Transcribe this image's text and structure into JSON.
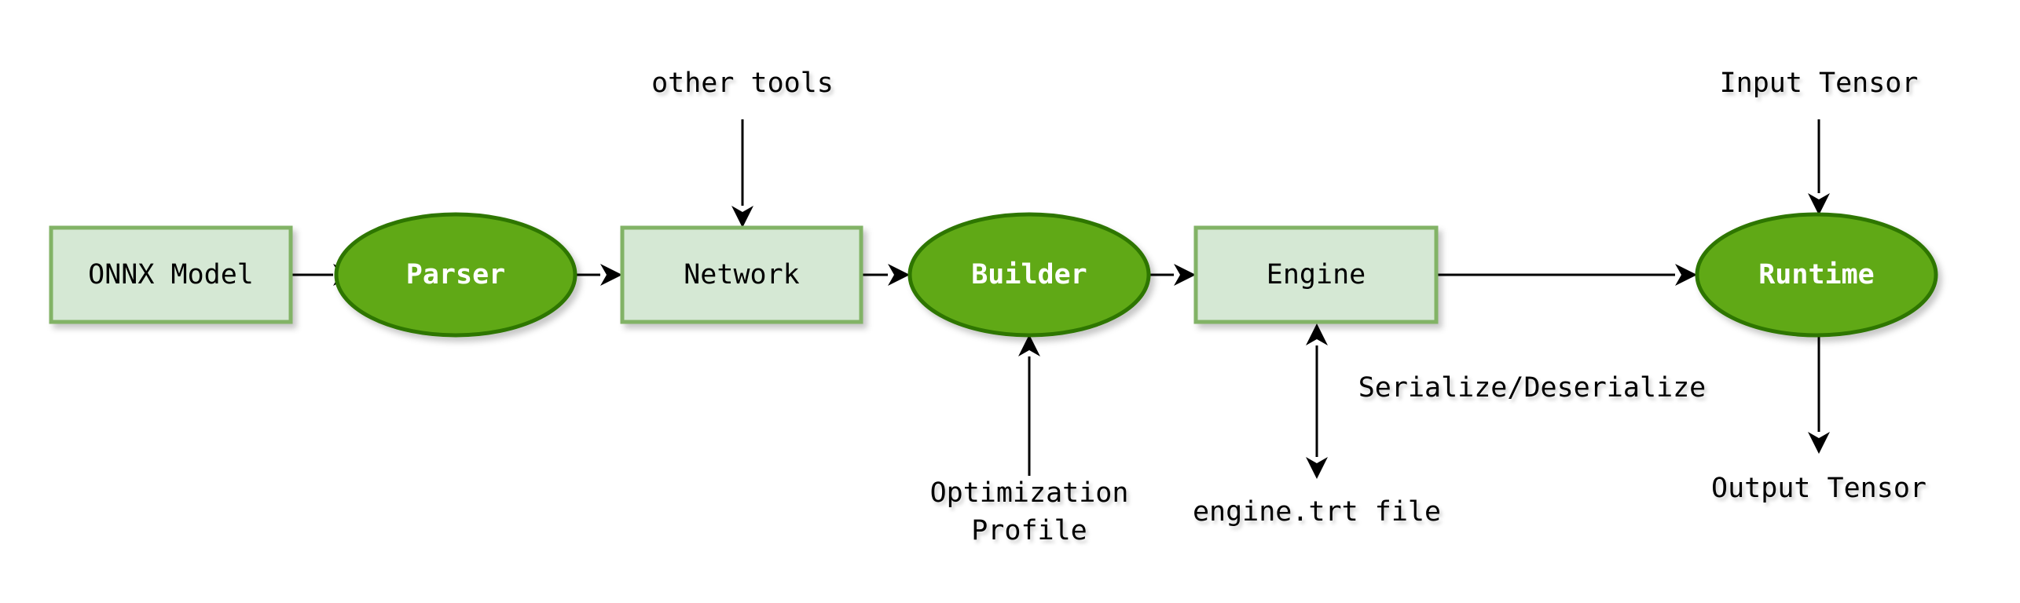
{
  "nodes": {
    "onnx_model": {
      "label": "ONNX Model"
    },
    "parser": {
      "label": "Parser"
    },
    "network": {
      "label": "Network"
    },
    "builder": {
      "label": "Builder"
    },
    "engine": {
      "label": "Engine"
    },
    "runtime": {
      "label": "Runtime"
    }
  },
  "labels": {
    "other_tools": "other tools",
    "input_tensor": "Input Tensor",
    "serialize": "Serialize/Deserialize",
    "optimization_line1": "Optimization",
    "optimization_line2": "Profile",
    "engine_file": "engine.trt file",
    "output_tensor": "Output Tensor"
  },
  "colors": {
    "box_fill": "#d5e8d4",
    "box_stroke": "#82b366",
    "ellipse_fill": "#60a917",
    "ellipse_stroke": "#2d7600",
    "ellipse_text": "#ffffff",
    "text": "#000000",
    "arrow": "#000000"
  }
}
